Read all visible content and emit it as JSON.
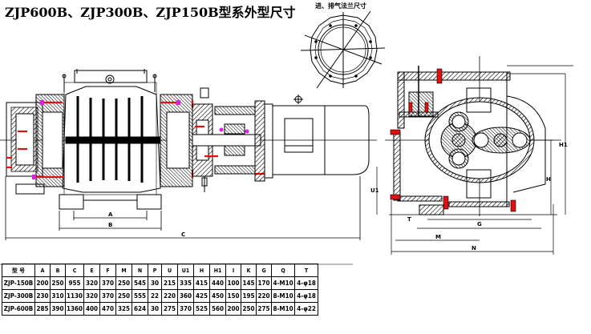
{
  "title": "ZJP600B、ZJP300B、ZJP150B型系外型尺寸",
  "flange_label": "进、排气法兰尺寸",
  "dimension_labels": {
    "A": "A",
    "B": "B",
    "C": "C",
    "M": "M",
    "N": "N",
    "H": "H",
    "H1": "H1",
    "U1": "U1",
    "T": "T",
    "G": "G"
  },
  "table": {
    "headers": [
      "型 号",
      "A",
      "B",
      "C",
      "E",
      "F",
      "M",
      "N",
      "P",
      "U",
      "U1",
      "H",
      "H1",
      "I",
      "K",
      "G",
      "Q",
      "T"
    ],
    "rows": [
      [
        "ZJP-150B",
        "200",
        "250",
        "955",
        "320",
        "370",
        "250",
        "545",
        "30",
        "215",
        "335",
        "415",
        "440",
        "100",
        "145",
        "170",
        "4-M10",
        "4-φ18"
      ],
      [
        "ZJP-300B",
        "230",
        "310",
        "1130",
        "320",
        "370",
        "250",
        "555",
        "22",
        "220",
        "360",
        "425",
        "450",
        "150",
        "195",
        "220",
        "8-M10",
        "4-φ18"
      ],
      [
        "ZJP-600B",
        "285",
        "390",
        "1360",
        "400",
        "470",
        "325",
        "624",
        "30",
        "275",
        "370",
        "525",
        "560",
        "200",
        "250",
        "275",
        "8-M10",
        "4-φ22"
      ]
    ]
  },
  "colors": {
    "line": "#000000",
    "seal_red": "#e01010",
    "bolt_magenta": "#e020e0"
  }
}
